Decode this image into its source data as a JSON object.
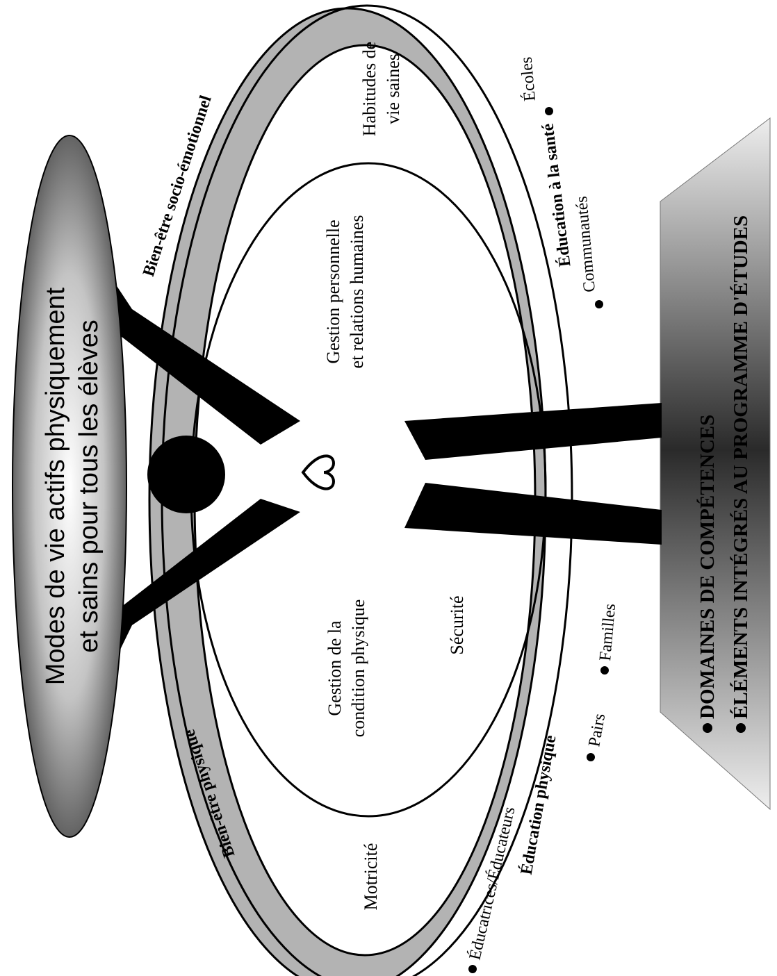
{
  "title": {
    "line1": "Modes de vie actifs physiquement",
    "line2": "et sains pour tous les élèves"
  },
  "rings": {
    "socio_emotional": "Bien-être socio-émotionnel",
    "physical": "Bien-être physique",
    "health_education": "Éducation à la santé",
    "physical_education": "Éducation physique"
  },
  "competency_areas": {
    "healthy_habits_line1": "Habitudes de",
    "healthy_habits_line2": "vie saines",
    "personal_mgmt_line1": "Gestion personnelle",
    "personal_mgmt_line2": "et relations humaines",
    "safety": "Sécurité",
    "fitness_line1": "Gestion de la",
    "fitness_line2": "condition physique",
    "motor_skills": "Motricité"
  },
  "partners": {
    "schools": "Écoles",
    "communities": "Communautés",
    "families": "Familles",
    "peers": "Pairs",
    "educators": "Éducatrices/Éducateurs"
  },
  "bottom_panel": {
    "line1": "DOMAINES DE COMPÉTENCES",
    "line2": "ÉLÉMENTS INTÉGRÉS AU PROGRAMME D'ÉTUDES"
  },
  "colors": {
    "ring_fill": "#b3b3b3",
    "stroke": "#000000"
  },
  "icons": [
    "heart-icon",
    "bullet-icon"
  ]
}
